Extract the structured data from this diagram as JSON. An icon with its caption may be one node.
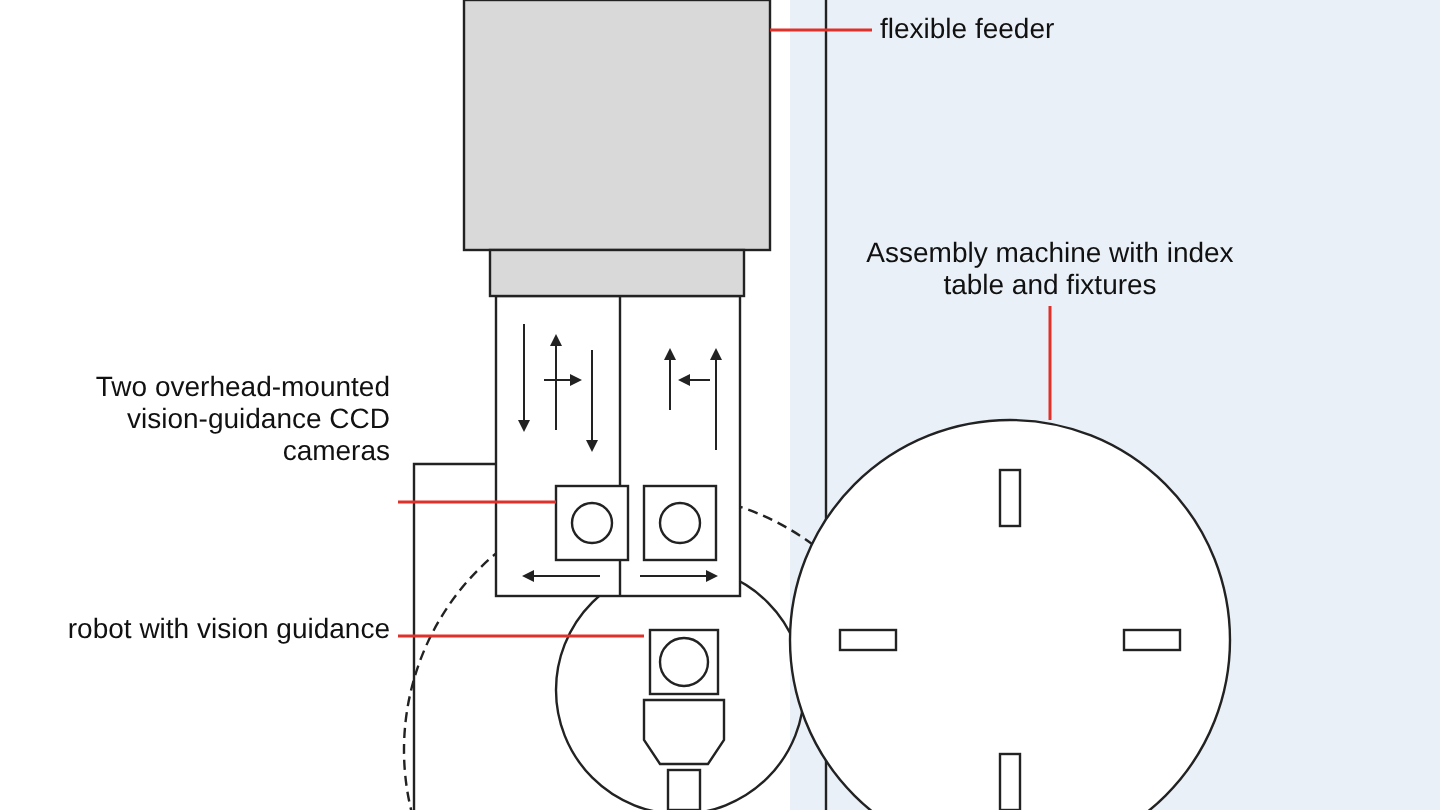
{
  "diagram": {
    "nodes": [
      {
        "text": [
          "flexible feeder"
        ]
      },
      {
        "text": [],
        "shape": "box"
      },
      {
        "text": [
          "Assembly machine with index table and fixtures"
        ]
      },
      {
        "text": [],
        "shape": "circle"
      },
      {
        "text": [
          "Two overhead-mounted vision-guidance CCD cameras"
        ]
      },
      {
        "text": [],
        "shape": "box"
      },
      {
        "text": [
          "robot with vision guidance"
        ]
      },
      {
        "text": [],
        "shape": "picture"
      }
    ],
    "edges": [
      {
        "from": 0,
        "to": 1,
        "arrow": "none"
      },
      {
        "from": 2,
        "to": 3,
        "arrow": "none"
      },
      {
        "from": 4,
        "to": 5,
        "arrow": "none"
      },
      {
        "from": 6,
        "to": 7,
        "arrow": "none"
      }
    ]
  }
}
